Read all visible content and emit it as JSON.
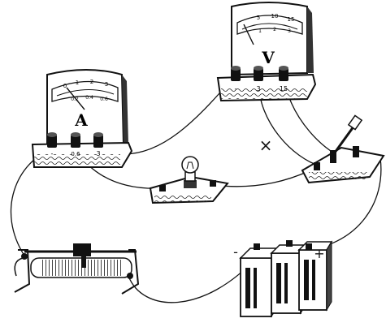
{
  "ammeter": {
    "letter": "A",
    "scale_top": [
      "0",
      "1",
      "2",
      "3"
    ],
    "scale_bottom": [
      "0.2",
      "0.4",
      "0.6"
    ],
    "terminals": [
      "-",
      "0.6",
      "3"
    ]
  },
  "voltmeter": {
    "letter": "V",
    "scale_top": [
      "5",
      "10",
      "15"
    ],
    "scale_bottom": [
      "1",
      "2",
      "3"
    ],
    "terminals": [
      "-",
      "3",
      "15"
    ]
  },
  "battery": {
    "minus": "-",
    "plus": "+"
  },
  "marks": {
    "cross": "×"
  }
}
